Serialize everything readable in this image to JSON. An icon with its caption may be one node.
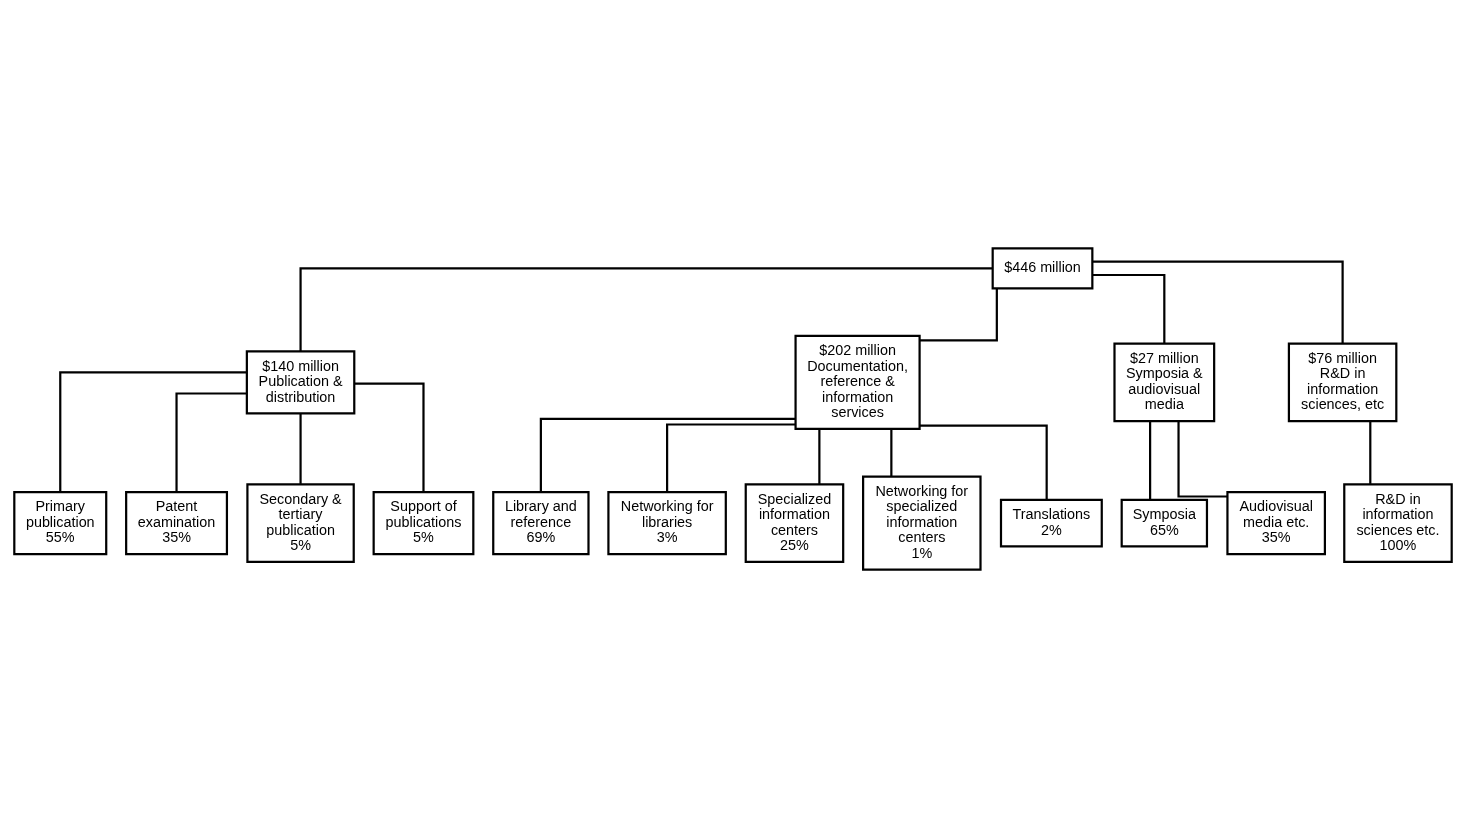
{
  "diagram": {
    "nodes": [
      {
        "text": [
          "$446 million"
        ]
      },
      {
        "text": [
          "$140 million",
          "Publication & distribution"
        ]
      },
      {
        "text": [
          "$202 million",
          "Documentation, reference & information services"
        ]
      },
      {
        "text": [
          "$27 million",
          "Symposia & audiovisual media"
        ]
      },
      {
        "text": [
          "$76 million",
          "R&D in information sciences, etc"
        ]
      },
      {
        "text": [
          "Primary publication",
          "55%"
        ]
      },
      {
        "text": [
          "Patent examination",
          "35%"
        ]
      },
      {
        "text": [
          "Secondary & tertiary publication",
          "5%"
        ]
      },
      {
        "text": [
          "Support of publications",
          "5%"
        ]
      },
      {
        "text": [
          "Library and reference",
          "69%"
        ]
      },
      {
        "text": [
          "Networking for libraries",
          "3%"
        ]
      },
      {
        "text": [
          "Specialized information centers",
          "25%"
        ]
      },
      {
        "text": [
          "Networking for specialized information centers",
          "1%"
        ]
      },
      {
        "text": [
          "Translations",
          "2%"
        ]
      },
      {
        "text": [
          "Symposia",
          "65%"
        ]
      },
      {
        "text": [
          "Audiovisual media etc.",
          "35%"
        ]
      },
      {
        "text": [
          "R&D in information sciences etc.",
          "100%"
        ]
      }
    ],
    "edges": [
      {
        "from": 0,
        "to": 1,
        "arrow": "none"
      },
      {
        "from": 0,
        "to": 2,
        "arrow": "none"
      },
      {
        "from": 0,
        "to": 3,
        "arrow": "none"
      },
      {
        "from": 0,
        "to": 4,
        "arrow": "none"
      },
      {
        "from": 1,
        "to": 5,
        "arrow": "none"
      },
      {
        "from": 1,
        "to": 6,
        "arrow": "none"
      },
      {
        "from": 1,
        "to": 7,
        "arrow": "none"
      },
      {
        "from": 1,
        "to": 8,
        "arrow": "none"
      },
      {
        "from": 2,
        "to": 9,
        "arrow": "none"
      },
      {
        "from": 2,
        "to": 10,
        "arrow": "none"
      },
      {
        "from": 2,
        "to": 11,
        "arrow": "none"
      },
      {
        "from": 2,
        "to": 12,
        "arrow": "none"
      },
      {
        "from": 2,
        "to": 13,
        "arrow": "none"
      },
      {
        "from": 3,
        "to": 14,
        "arrow": "none"
      },
      {
        "from": 3,
        "to": 15,
        "arrow": "none"
      },
      {
        "from": 4,
        "to": 16,
        "arrow": "none"
      }
    ]
  }
}
